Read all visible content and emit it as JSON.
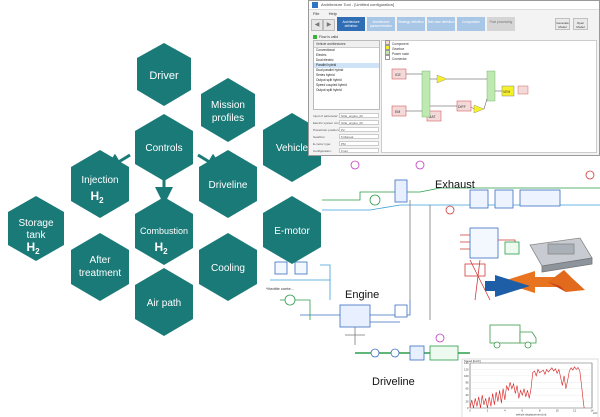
{
  "hexagons": {
    "driver": "Driver",
    "mission": [
      "Mission",
      "profiles"
    ],
    "controls": "Controls",
    "vehicle": "Vehicle",
    "injection": "Injection",
    "injection_sub": "H",
    "injection_sub_idx": "2",
    "driveline": "Driveline",
    "storage": [
      "Storage",
      "tank"
    ],
    "storage_sub": "H",
    "storage_sub_idx": "2",
    "combustion": "Combustion",
    "combustion_sub": "H",
    "combustion_sub_idx": "2",
    "emotor": "E-motor",
    "after": [
      "After",
      "treatment"
    ],
    "cooling": "Cooling",
    "airpath": "Air path"
  },
  "diagram_labels": {
    "exhaust": "Exhaust",
    "engine": "Engine",
    "driveline": "Driveline",
    "throttle": "*throttle conte..."
  },
  "app_window": {
    "title": "Architecture Tool - [Untitled configuration]",
    "menu": [
      "File",
      "Help"
    ],
    "steps": [
      "Architecture definition",
      "Architecture parametrization",
      "Strategy definition",
      "Test case definition",
      "Computation",
      "Post processing"
    ],
    "side_buttons": [
      "Generate Model",
      "Open Model"
    ],
    "status": "Flow is valid",
    "list_header": "Vehicle architectures",
    "list_items": [
      "Conventional",
      "Electric",
      "Dual electric",
      "Parallel hybrid",
      "Dual parallel hybrid",
      "Series hybrid",
      "Output split hybrid",
      "Speed coupled hybrid",
      "Output split hybrid"
    ],
    "selected_index": 3,
    "legend": [
      "Component",
      "Gearbox",
      "Power node",
      "Connector"
    ],
    "props": [
      {
        "label": "Input of parameter:",
        "value": "SCE_engine_00"
      },
      {
        "label": "Electric system config:",
        "value": "SCE_engine_00"
      },
      {
        "label": "Powertrain position:",
        "value": "P2"
      },
      {
        "label": "Gearbox:",
        "value": "6 Manual"
      },
      {
        "label": "E-motor type:",
        "value": "PM"
      },
      {
        "label": "Configuration:",
        "value": "Front"
      }
    ],
    "blocks": [
      "ICE",
      "EM",
      "DIFF",
      "BAT",
      "VEH"
    ]
  },
  "chart_data": {
    "type": "line",
    "title": "",
    "xlabel": "vehicle displacement [m]",
    "ylabel": "Speed [km/h]",
    "ylim": [
      0,
      140
    ],
    "xlim": [
      0,
      14
    ],
    "x_exponent": "x10⁴",
    "yticks": [
      0,
      20,
      40,
      60,
      80,
      100,
      120,
      140
    ],
    "xticks": [
      0,
      2,
      4,
      6,
      8,
      10,
      12,
      14
    ],
    "series": [
      {
        "values": [
          [
            0,
            0
          ],
          [
            0.2,
            25
          ],
          [
            0.4,
            0
          ],
          [
            0.6,
            30
          ],
          [
            0.8,
            5
          ],
          [
            1.0,
            35
          ],
          [
            1.2,
            0
          ],
          [
            1.4,
            40
          ],
          [
            1.6,
            10
          ],
          [
            1.8,
            30
          ],
          [
            2.0,
            0
          ],
          [
            2.2,
            35
          ],
          [
            2.4,
            5
          ],
          [
            2.6,
            45
          ],
          [
            2.8,
            10
          ],
          [
            3.0,
            50
          ],
          [
            3.2,
            20
          ],
          [
            3.4,
            55
          ],
          [
            3.6,
            15
          ],
          [
            3.8,
            60
          ],
          [
            4.0,
            25
          ],
          [
            4.2,
            70
          ],
          [
            4.4,
            55
          ],
          [
            4.6,
            80
          ],
          [
            4.8,
            60
          ],
          [
            5.0,
            75
          ],
          [
            5.2,
            45
          ],
          [
            5.4,
            70
          ],
          [
            5.6,
            30
          ],
          [
            5.8,
            55
          ],
          [
            6.0,
            40
          ],
          [
            6.2,
            60
          ],
          [
            6.4,
            35
          ],
          [
            6.6,
            55
          ],
          [
            6.8,
            30
          ],
          [
            7.0,
            60
          ],
          [
            7.2,
            110
          ],
          [
            7.4,
            115
          ],
          [
            7.6,
            100
          ],
          [
            7.8,
            120
          ],
          [
            8.0,
            110
          ],
          [
            8.4,
            118
          ],
          [
            8.6,
            105
          ],
          [
            8.8,
            120
          ],
          [
            9.0,
            112
          ],
          [
            9.4,
            125
          ],
          [
            9.6,
            115
          ],
          [
            9.8,
            122
          ],
          [
            10.0,
            108
          ],
          [
            10.2,
            120
          ],
          [
            10.4,
            95
          ],
          [
            10.6,
            70
          ],
          [
            10.8,
            100
          ],
          [
            11.0,
            60
          ],
          [
            11.2,
            85
          ],
          [
            11.4,
            115
          ],
          [
            11.6,
            125
          ],
          [
            11.8,
            118
          ],
          [
            12.0,
            128
          ],
          [
            12.2,
            120
          ],
          [
            12.4,
            126
          ],
          [
            12.6,
            115
          ],
          [
            12.8,
            70
          ],
          [
            13.0,
            20
          ],
          [
            13.1,
            0
          ]
        ]
      }
    ]
  }
}
